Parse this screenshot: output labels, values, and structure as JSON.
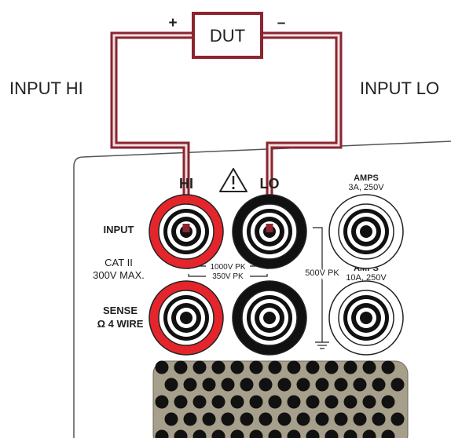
{
  "dut": {
    "label": "DUT",
    "plus": "+",
    "minus": "–"
  },
  "wires": {
    "left_label": "INPUT HI",
    "right_label": "INPUT LO",
    "color": "#8b2530"
  },
  "panel": {
    "terminal_hi": "HI",
    "terminal_lo": "LO",
    "input_label": "INPUT",
    "cat_line1": "CAT II",
    "cat_line2": "300V MAX.",
    "sense_line1": "SENSE",
    "sense_line2": "Ω 4 WIRE",
    "pk_1000": "1000V PK",
    "pk_350": "350V PK",
    "pk_500": "500V PK",
    "amps1_title": "AMPS",
    "amps1_rating": "3A, 250V",
    "amps2_title": "AMPS",
    "amps2_rating": "10A, 250V"
  },
  "colors": {
    "red_jack": "#e4262c",
    "black_jack": "#111111",
    "panel_border": "#555555"
  }
}
